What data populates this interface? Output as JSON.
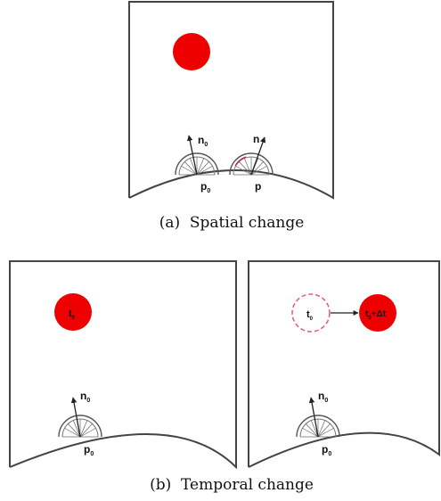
{
  "captions": {
    "a": "(a)  Spatial change",
    "b": "(b)  Temporal change"
  },
  "labels": {
    "normal_left": "n",
    "normal_left_sub": "0",
    "normal_right": "n",
    "point_left": "p",
    "point_left_sub": "0",
    "point_right": "p",
    "time_0": "t",
    "time_0_sub": "0",
    "time_shift": "t",
    "time_shift_sub": "0",
    "time_shift_delta": "+Δt"
  },
  "colors": {
    "light_source": "#ee0000",
    "light_dashed": "#ee5577",
    "stroke": "#333333",
    "normal_arrow_accent": "#cc2244"
  }
}
